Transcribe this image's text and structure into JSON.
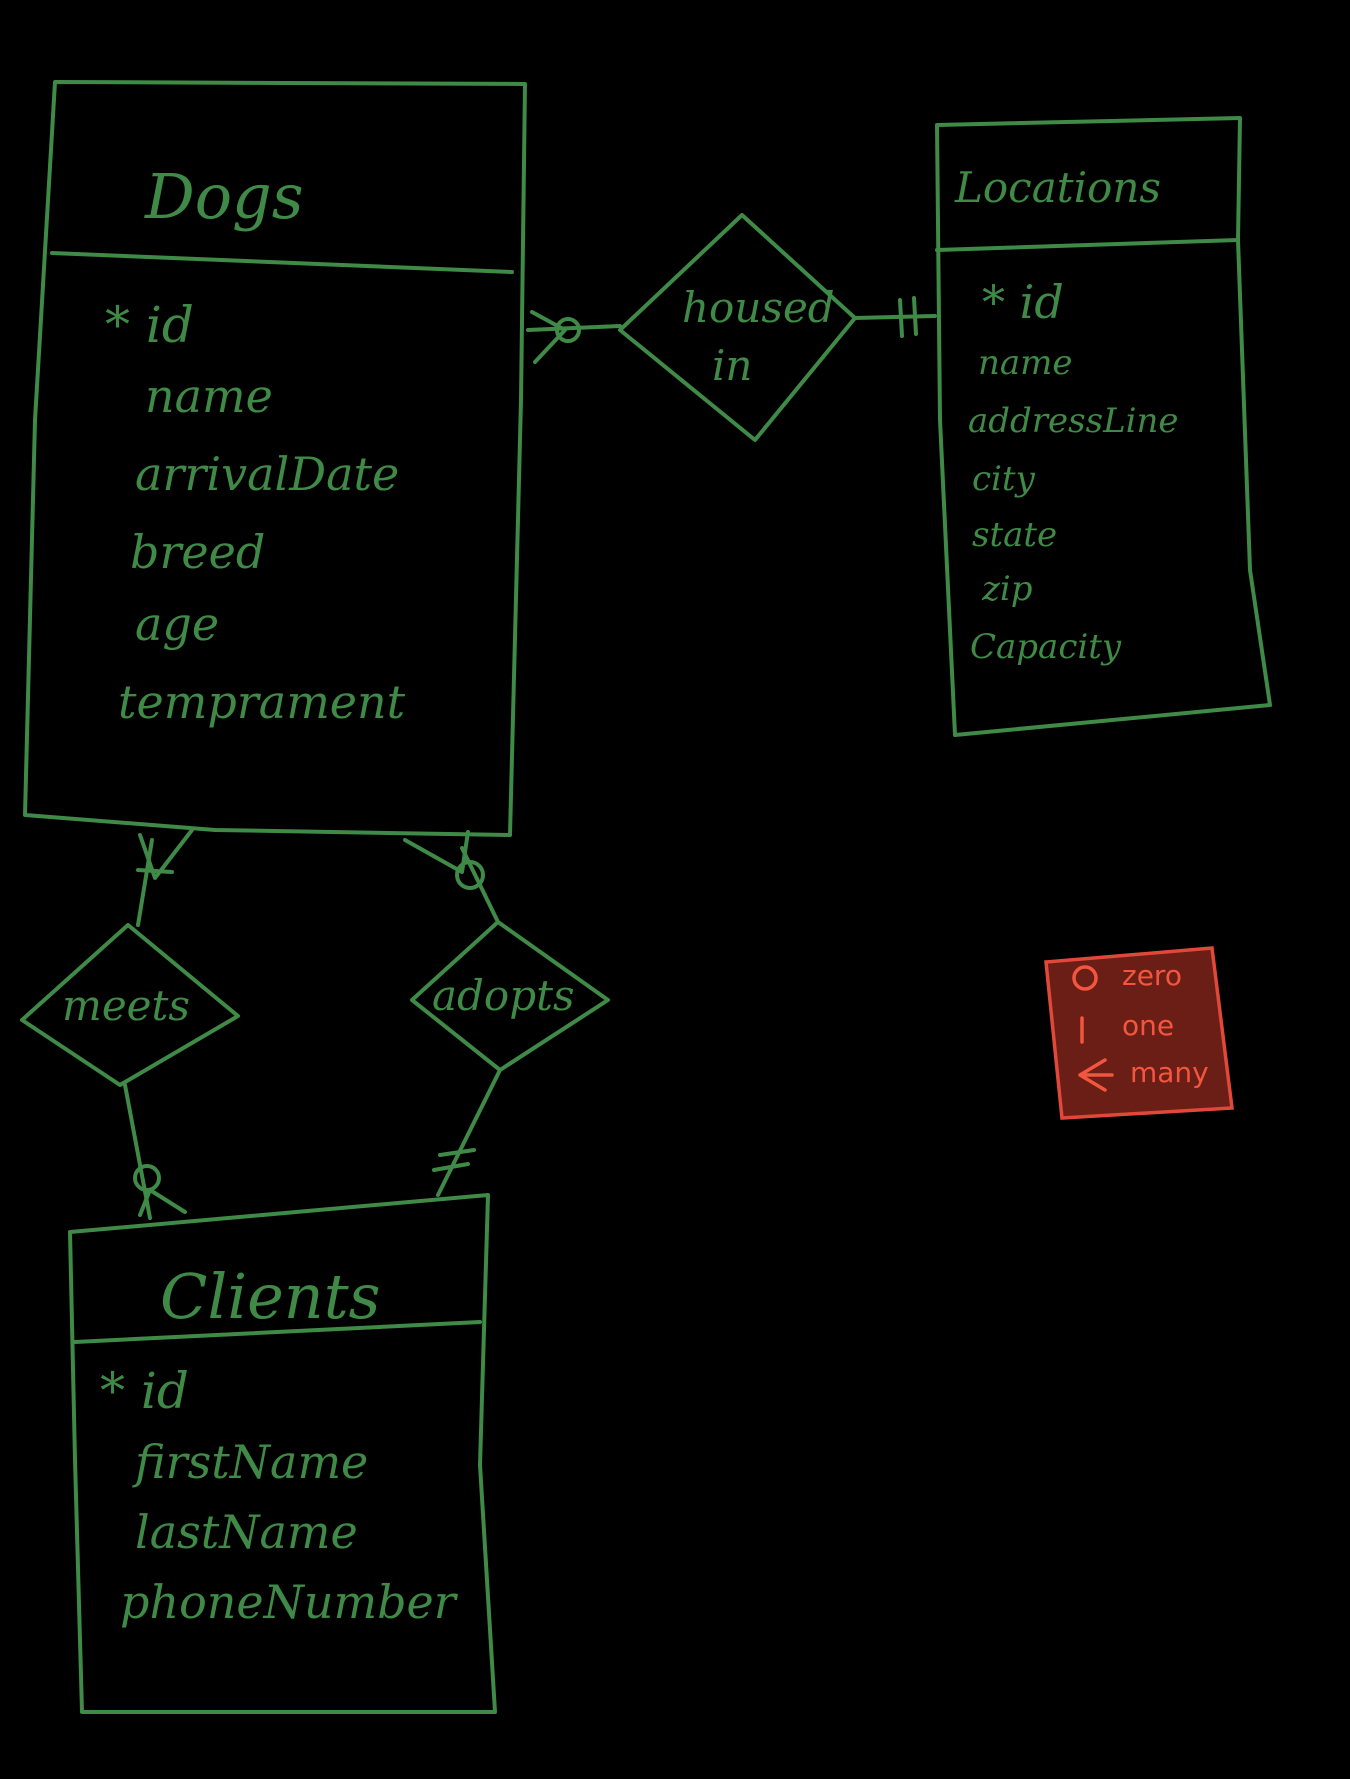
{
  "entities": {
    "dogs": {
      "title": "Dogs",
      "fields": [
        "* id",
        "name",
        "arrivalDate",
        "breed",
        "age",
        "temprament"
      ]
    },
    "locations": {
      "title": "Locations",
      "fields": [
        "* id",
        "name",
        "addressLine",
        "city",
        "state",
        "zip",
        "Capacity"
      ]
    },
    "clients": {
      "title": "Clients",
      "fields": [
        "* id",
        "firstName",
        "lastName",
        "phoneNumber"
      ]
    }
  },
  "relationships": {
    "housed_in": {
      "line1": "housed",
      "line2": "in"
    },
    "meets": {
      "label": "meets"
    },
    "adopts": {
      "label": "adopts"
    }
  },
  "legend": {
    "items": [
      {
        "symbol": "O",
        "label": "zero"
      },
      {
        "symbol": "|",
        "label": "one"
      },
      {
        "symbol": "<",
        "label": "many"
      }
    ],
    "colors": {
      "fill": "#6b1e16",
      "border": "#e0483a",
      "text": "#f2563f"
    }
  },
  "colors": {
    "background": "#000000",
    "ink": "#3f8a46"
  }
}
